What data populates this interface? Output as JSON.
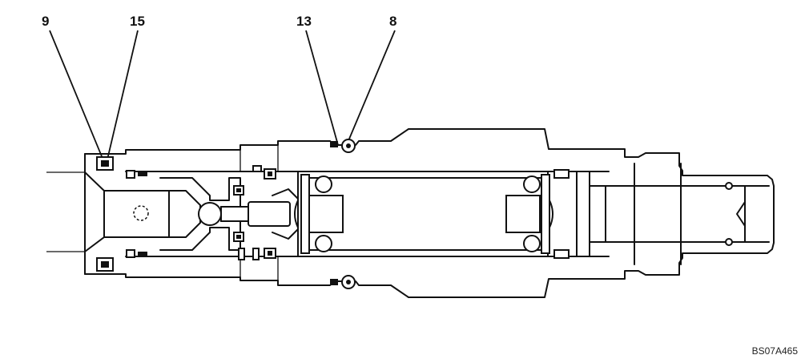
{
  "callouts": [
    {
      "id": "9",
      "label": "9"
    },
    {
      "id": "15",
      "label": "15"
    },
    {
      "id": "13",
      "label": "13"
    },
    {
      "id": "8",
      "label": "8"
    }
  ],
  "figure_id": "BS07A465"
}
